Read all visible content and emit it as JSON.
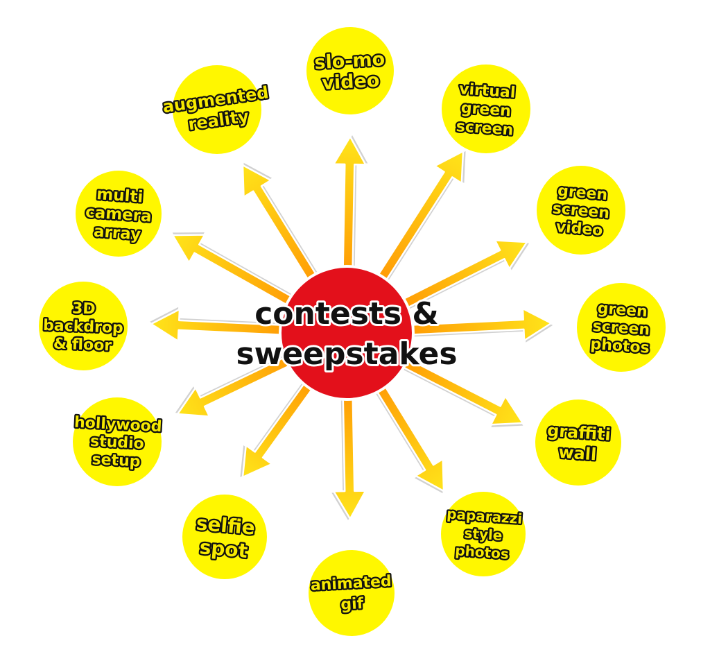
{
  "colors": {
    "hub_fill": "#e3101b",
    "hub_stroke": "#ffffff",
    "node_fill": "#fff700",
    "node_text": "#f7ea00",
    "node_outline": "#111111",
    "arrow_start": "#ff8a00",
    "arrow_end": "#ffe41a"
  },
  "center": {
    "lines": [
      "contests &",
      "sweepstakes"
    ]
  },
  "nodes": [
    {
      "id": "slo-mo-video",
      "lines": [
        "slo-mo",
        "video"
      ]
    },
    {
      "id": "virtual-green-screen",
      "lines": [
        "virtual",
        "green",
        "screen"
      ]
    },
    {
      "id": "green-screen-video",
      "lines": [
        "green",
        "screen",
        "video"
      ]
    },
    {
      "id": "green-screen-photos",
      "lines": [
        "green",
        "screen",
        "photos"
      ]
    },
    {
      "id": "graffiti-wall",
      "lines": [
        "graffiti",
        "wall"
      ]
    },
    {
      "id": "paparazzi-style-photos",
      "lines": [
        "paparazzi",
        "style",
        "photos"
      ]
    },
    {
      "id": "animated-gif",
      "lines": [
        "animated",
        "gif"
      ]
    },
    {
      "id": "selfie-spot",
      "lines": [
        "selfie",
        "spot"
      ]
    },
    {
      "id": "hollywood-studio-setup",
      "lines": [
        "hollywood",
        "studio",
        "setup"
      ]
    },
    {
      "id": "3d-backdrop-floor",
      "lines": [
        "3D",
        "backdrop",
        "& floor"
      ]
    },
    {
      "id": "multi-camera-array",
      "lines": [
        "multi",
        "camera",
        "array"
      ]
    },
    {
      "id": "augmented-reality",
      "lines": [
        "augmented",
        "reality"
      ]
    }
  ]
}
